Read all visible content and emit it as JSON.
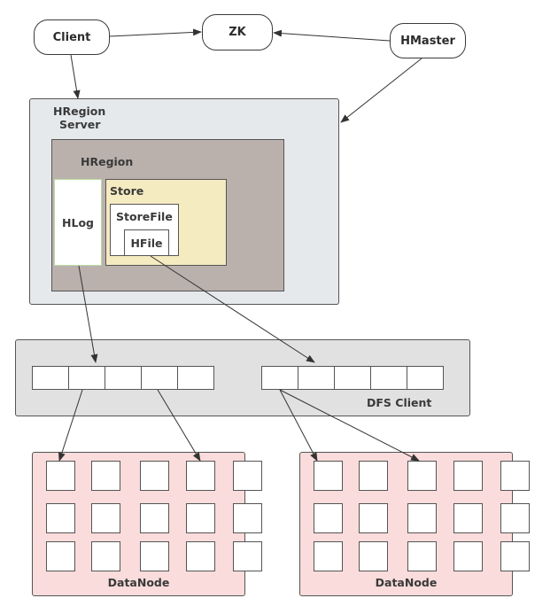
{
  "nodes": {
    "client": "Client",
    "zk": "ZK",
    "hmaster": "HMaster"
  },
  "region_server": {
    "label_line1": "HRegion",
    "label_line2": "Server",
    "region": {
      "label": "HRegion",
      "hlog": "HLog",
      "store": {
        "label": "Store",
        "storefile": "StoreFile",
        "hfile": "HFile"
      }
    }
  },
  "dfs_client": {
    "label": "DFS Client",
    "buffers": [
      {
        "cells": 5
      },
      {
        "cells": 5
      }
    ]
  },
  "datanodes": [
    {
      "label": "DataNode",
      "rows": 3,
      "cols": 5
    },
    {
      "label": "DataNode",
      "rows": 3,
      "cols": 5
    }
  ],
  "colors": {
    "region_server_fill": "#e6e9ec",
    "region_fill": "#bab1ad",
    "store_fill": "#f5ebc0",
    "hlog_border": "#b9dca0",
    "dfs_fill": "#e1e1e1",
    "datanode_fill": "#f9dcdb"
  }
}
